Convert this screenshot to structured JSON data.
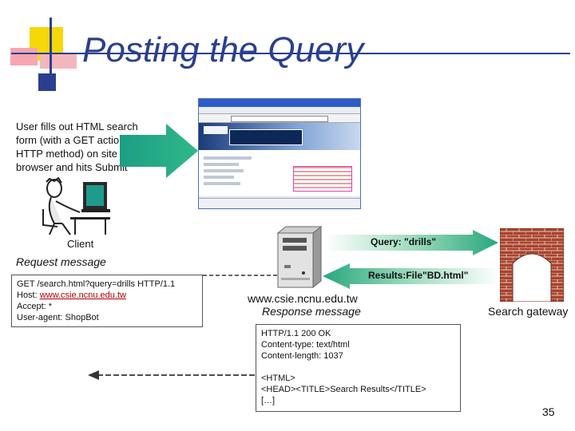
{
  "slide": {
    "title": "Posting the Query",
    "page_number": "35"
  },
  "user_step": {
    "description_lines": [
      "User fills out HTML search",
      "form (with a GET action",
      "HTTP method) on site in",
      "browser and hits Submit"
    ]
  },
  "client": {
    "label": "Client"
  },
  "request": {
    "label": "Request message",
    "lines": [
      "GET /search.html?query=drills HTTP/1.1",
      "Host: ",
      "www.csie.ncnu.edu.tw",
      "Accept: *",
      "User-agent: ShopBot"
    ]
  },
  "server": {
    "hostname": "www.csie.ncnu.edu.tw",
    "response_label": "Response message"
  },
  "gateway": {
    "query_label": "Query: \"drills\"",
    "results_label": "Results:File\"BD.html\"",
    "label": "Search gateway"
  },
  "response": {
    "lines": [
      "HTTP/1.1 200 OK",
      "Content-type: text/html",
      "Content-length: 1037",
      "",
      "<HTML>",
      "<HEAD><TITLE>Search Results</TITLE>",
      "[…]"
    ]
  },
  "colors": {
    "title": "#2a3f8f",
    "arrow_green": "#22a77c",
    "gateway_brick": "#9b3b2c"
  }
}
